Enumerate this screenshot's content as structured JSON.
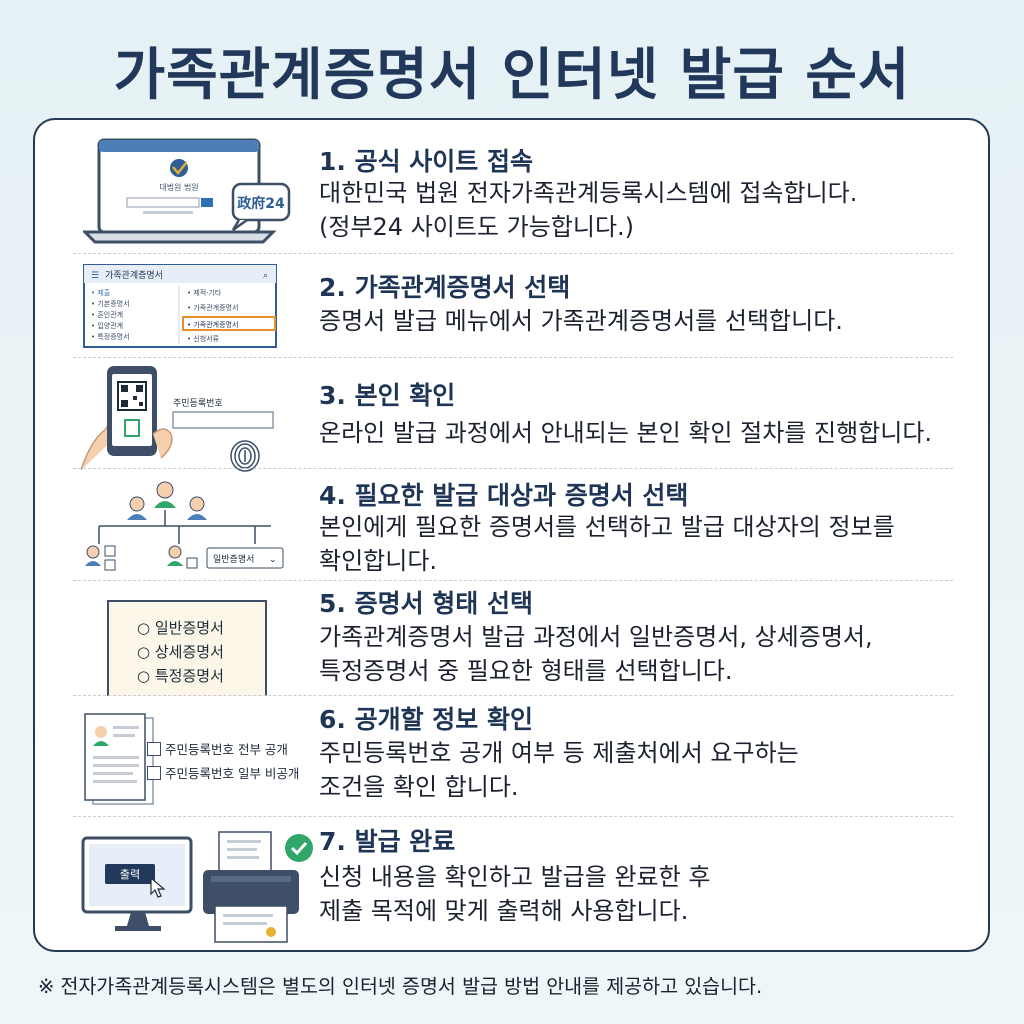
{
  "title": "가족관계증명서 인터넷 발급 순서",
  "steps": [
    {
      "title": "1. 공식 사이트 접속",
      "desc_lines": [
        "대한민국 법원 전자가족관계등록시스템에 접속합니다.",
        "(정부24 사이트도 가능합니다.)"
      ],
      "illus": {
        "site_label": "대법원 법원",
        "badge": "政府24"
      }
    },
    {
      "title": "2. 가족관계증명서 선택",
      "desc_lines": [
        "증명서 발급 메뉴에서 가족관계증명서를 선택합니다."
      ],
      "illus": {
        "header": "가족관계증명서",
        "left_items": [
          "• 제출",
          "• 기본증명서",
          "• 혼인관계",
          "• 입양관계",
          "• 특정증명서"
        ],
        "right_items": [
          "• 제적·기타",
          "• 가족관계증명서",
          "• 가족관계증명서",
          "• 신청서류"
        ]
      }
    },
    {
      "title": "3. 본인 확인",
      "desc_lines": [
        "온라인 발급 과정에서 안내되는 본인 확인 절차를 진행합니다."
      ],
      "illus": {
        "field_label": "주민등록번호"
      }
    },
    {
      "title": "4. 필요한 발급 대상과 증명서 선택",
      "desc_lines": [
        "본인에게 필요한 증명서를 선택하고 발급 대상자의 정보를",
        "확인합니다."
      ],
      "illus": {
        "select_value": "일반증명서"
      }
    },
    {
      "title": "5. 증명서 형태 선택",
      "desc_lines": [
        "가족관계증명서 발급 과정에서 일반증명서, 상세증명서,",
        "특정증명서 중 필요한 형태를 선택합니다."
      ],
      "illus": {
        "options": [
          "일반증명서",
          "상세증명서",
          "특정증명서"
        ]
      }
    },
    {
      "title": "6. 공개할 정보 확인",
      "desc_lines": [
        "주민등록번호 공개 여부 등 제출처에서 요구하는",
        "조건을  확인 합니다."
      ],
      "illus": {
        "checks": [
          "주민등록번호 전부 공개",
          "주민등록번호 일부 비공개"
        ]
      }
    },
    {
      "title": "7. 발급 완료",
      "desc_lines": [
        "신청 내용을 확인하고 발급을 완료한 후",
        "제출 목적에 맞게 출력해 사용합니다."
      ],
      "illus": {
        "print_button": "출력"
      }
    }
  ],
  "footnote": "※ 전자가족관계등록시스템은 별도의 인터넷 증명서 발급 방법 안내를 제공하고 있습니다.",
  "colors": {
    "navy": "#22385a",
    "accent_blue": "#2f6fb6",
    "orange": "#e8902a",
    "green": "#2fa66a",
    "card_border": "#263a56"
  }
}
